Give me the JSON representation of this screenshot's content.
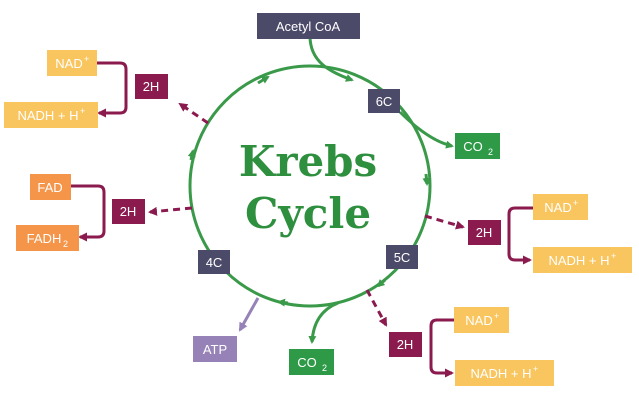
{
  "colors": {
    "cycle": "#3a9a4a",
    "carbon": "#4b4a68",
    "h2": "#8b1a4e",
    "nad": "#f9c55e",
    "fad": "#f5954a",
    "co2": "#2e9a47",
    "atp": "#9682b6",
    "title": "#2e8f3e"
  },
  "title_lines": [
    "Krebs",
    "Cycle"
  ],
  "nodes": {
    "acetyl_coa": "Acetyl CoA",
    "six_c": "6C",
    "five_c": "5C",
    "four_c": "4C",
    "co2_right": "CO",
    "co2_bottom": "CO",
    "co2_subscript": "2",
    "atp": "ATP",
    "two_h": "2H",
    "nad": "NAD",
    "nad_sup": "+",
    "nadh": "NADH + H",
    "nadh_sup": "+",
    "fad": "FAD",
    "fadh": "FADH",
    "fadh_sub": "2"
  }
}
